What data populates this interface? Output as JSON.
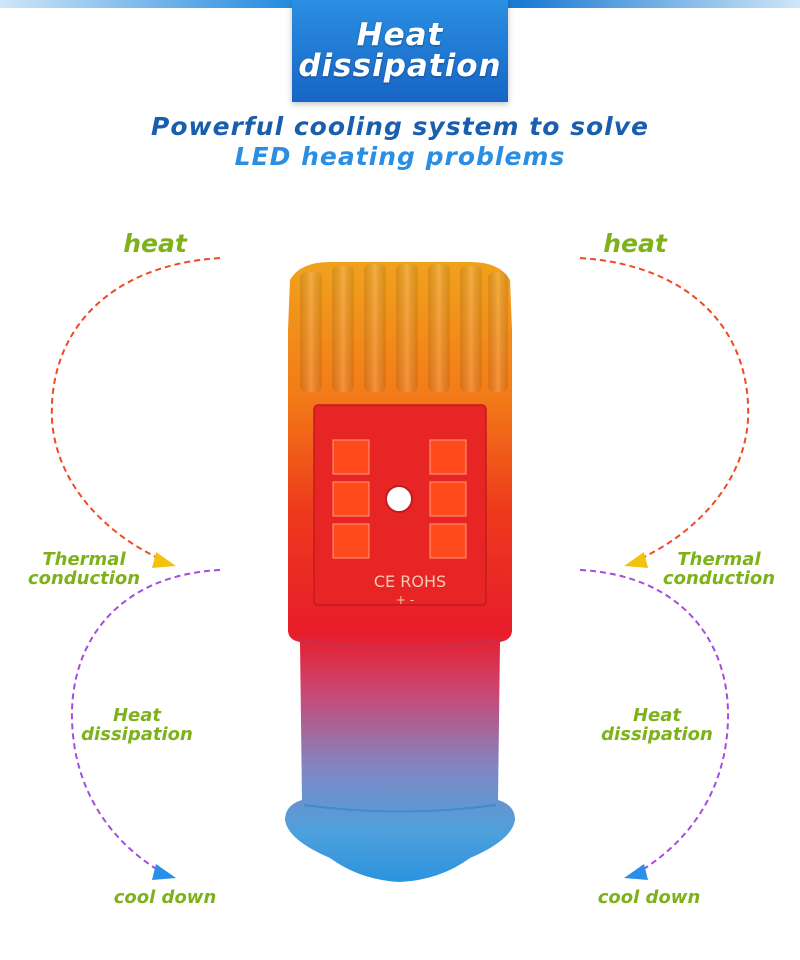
{
  "header": {
    "title_line1": "Heat",
    "title_line2": "dissipation"
  },
  "subtitle": {
    "line1": "Powerful cooling system to solve",
    "line2": "LED heating problems"
  },
  "left": {
    "heat": "heat",
    "thermal_line1": "Thermal",
    "thermal_line2": "conduction",
    "dissip_line1": "Heat",
    "dissip_line2": "dissipation",
    "cool": "cool down"
  },
  "right": {
    "heat": "heat",
    "thermal_line1": "Thermal",
    "thermal_line2": "conduction",
    "dissip_line1": "Heat",
    "dissip_line2": "dissipation",
    "cool": "cool down"
  },
  "bulb": {
    "marking": "CE ROHS",
    "polarity": "+ -"
  },
  "colors": {
    "title_bg": "#1a6fcf",
    "subtitle_dark": "#1a5fae",
    "subtitle_light": "#2a8fe2",
    "label_green": "#7db21a",
    "heat_arc": "#f04a24",
    "thermal_arrow": "#f2c20d",
    "dissip_arc": "#a64ce0",
    "cool_arrow": "#2a8fe8",
    "led": "#ff4a1c"
  }
}
